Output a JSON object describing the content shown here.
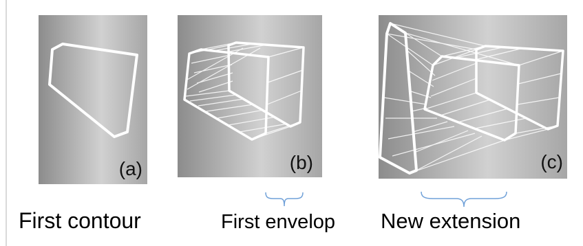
{
  "panels": {
    "a": {
      "label": "(a)"
    },
    "b": {
      "label": "(b)"
    },
    "c": {
      "label": "(c)"
    }
  },
  "captions": {
    "first_contour": "First contour",
    "first_envelop": "First envelop",
    "new_extension": "New extension"
  },
  "colors": {
    "panel_dark": "#8c8c8c",
    "panel_light": "#d1d1d1",
    "outline": "#ffffff",
    "brace": "#6fa0d8"
  }
}
